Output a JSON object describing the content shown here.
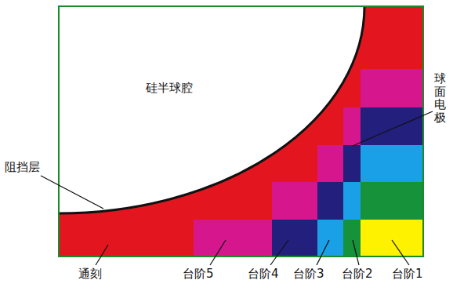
{
  "diagram": {
    "labels": [
      "硅半球腔",
      "球面电极",
      "阻挡层",
      "通刻",
      "台阶5",
      "台阶4",
      "台阶3",
      "台阶2",
      "台阶1"
    ]
  }
}
